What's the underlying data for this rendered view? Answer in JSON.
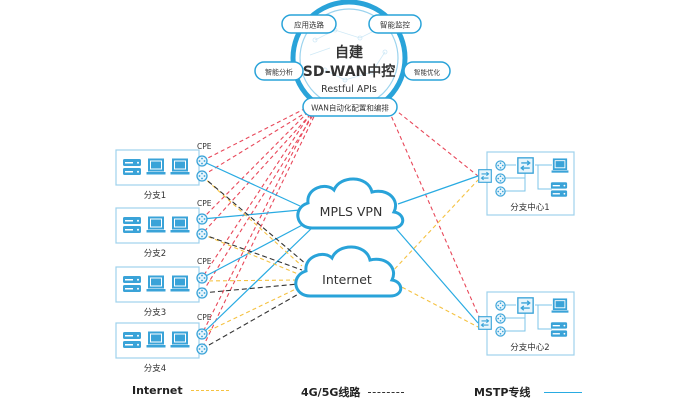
{
  "controller": {
    "title_line1": "自建",
    "title_line2": "SD-WAN中控",
    "subtitle": "Restful APIs",
    "features": [
      {
        "id": "routing",
        "label": "应用选路"
      },
      {
        "id": "monitor",
        "label": "智能监控"
      },
      {
        "id": "analysis",
        "label": "智能分析"
      },
      {
        "id": "optimize",
        "label": "智能优化"
      },
      {
        "id": "orchestration",
        "label": "WAN自动化配置和编排"
      }
    ]
  },
  "clouds": [
    {
      "id": "mpls",
      "label": "MPLS VPN"
    },
    {
      "id": "internet",
      "label": "Internet"
    }
  ],
  "branches": [
    {
      "id": "b1",
      "label": "分支1",
      "cpe_label": "CPE"
    },
    {
      "id": "b2",
      "label": "分支2",
      "cpe_label": "CPE"
    },
    {
      "id": "b3",
      "label": "分支3",
      "cpe_label": "CPE"
    },
    {
      "id": "b4",
      "label": "分支4",
      "cpe_label": "CPE"
    }
  ],
  "hubs": [
    {
      "id": "h1",
      "label": "分支中心1"
    },
    {
      "id": "h2",
      "label": "分支中心2"
    }
  ],
  "links": {
    "colors": {
      "control": "#e8485a",
      "internet": "#f5c242",
      "cellular": "#333333",
      "mstp": "#29abe2"
    }
  },
  "legend": [
    {
      "id": "internet",
      "label": "Internet",
      "style": "dashed",
      "color": "#f5c242"
    },
    {
      "id": "cellular",
      "label": "4G/5G线路",
      "style": "dashed",
      "color": "#333333"
    },
    {
      "id": "mstp",
      "label": "MSTP专线",
      "style": "solid",
      "color": "#29abe2"
    }
  ],
  "palette": {
    "primary": "#29a3d9",
    "box_border": "#7cc6e8",
    "box_fill": "#ffffff",
    "icon_fill": "#3aa3d8"
  }
}
